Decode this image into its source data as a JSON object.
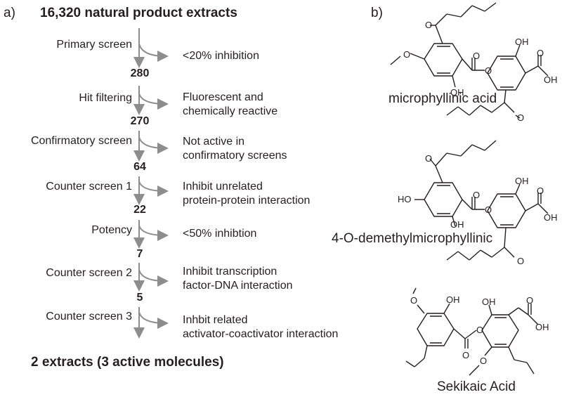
{
  "panel_a": {
    "label": "a)",
    "start_title": "16,320 natural product extracts",
    "steps": [
      {
        "name": "Primary screen",
        "count": "280",
        "outcome": [
          "<20% inhibition"
        ]
      },
      {
        "name": "Hit filtering",
        "count": "270",
        "outcome": [
          "Fluorescent and",
          "chemically reactive"
        ]
      },
      {
        "name": "Confirmatory screen",
        "count": "64",
        "outcome": [
          "Not active in",
          "confirmatory screens"
        ]
      },
      {
        "name": "Counter screen 1",
        "count": "22",
        "outcome": [
          "Inhibit unrelated",
          "protein-protein interaction"
        ]
      },
      {
        "name": "Potency",
        "count": "7",
        "outcome": [
          "<50% inhibtion"
        ]
      },
      {
        "name": "Counter screen 2",
        "count": "5",
        "outcome": [
          "Inhibit transcription",
          "factor-DNA interaction"
        ]
      },
      {
        "name": "Counter screen 3",
        "count": "",
        "outcome": [
          "Inhbit related",
          "activator-coactivator interaction"
        ]
      }
    ],
    "final_title": "2 extracts (3 active molecules)"
  },
  "panel_b": {
    "label": "b)",
    "molecules": [
      {
        "name": "microphyllinic acid",
        "atoms": {
          "o_ketone_top": "O",
          "oh_top": "OH",
          "ester_o": "O",
          "ring_o": "O",
          "oh_bottom": "OH",
          "acid_o": "O",
          "acid_oh": "OH",
          "o_ketone_bottom": "O",
          "methoxy_o": "O"
        }
      },
      {
        "name": "4-O-demethylmicrophyllinic",
        "atoms": {
          "o_ketone_top": "O",
          "ho_left": "HO",
          "oh_top": "OH",
          "ester_o": "O",
          "ring_o": "O",
          "oh_bottom": "OH",
          "acid_o": "O",
          "acid_oh": "OH",
          "o_ketone_bottom": "O"
        }
      },
      {
        "name": "Sekikaic Acid",
        "atoms": {
          "methoxy_o_top": "O",
          "oh_left": "OH",
          "oh_right": "OH",
          "acid_o": "O",
          "acid_oh": "OH",
          "ester_o": "O",
          "ring_o": "O",
          "methoxy_o_bottom": "O"
        }
      }
    ]
  }
}
